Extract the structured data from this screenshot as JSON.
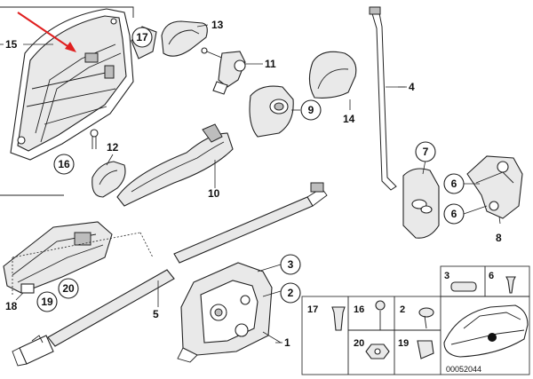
{
  "callouts": [
    {
      "id": "15",
      "text": "15"
    },
    {
      "id": "17",
      "text": "17"
    },
    {
      "id": "13",
      "text": "13"
    },
    {
      "id": "11",
      "text": "11"
    },
    {
      "id": "9",
      "text": "9"
    },
    {
      "id": "14",
      "text": "14"
    },
    {
      "id": "4",
      "text": "4"
    },
    {
      "id": "16",
      "text": "16"
    },
    {
      "id": "12",
      "text": "12"
    },
    {
      "id": "10",
      "text": "10"
    },
    {
      "id": "7",
      "text": "7"
    },
    {
      "id": "6a",
      "text": "6"
    },
    {
      "id": "6b",
      "text": "6"
    },
    {
      "id": "8",
      "text": "8"
    },
    {
      "id": "18",
      "text": "18"
    },
    {
      "id": "20",
      "text": "20"
    },
    {
      "id": "19",
      "text": "19"
    },
    {
      "id": "5",
      "text": "5"
    },
    {
      "id": "3",
      "text": "3"
    },
    {
      "id": "2",
      "text": "2"
    },
    {
      "id": "1",
      "text": "1"
    }
  ],
  "parts_box": {
    "labels": {
      "p3": "3",
      "p6": "6",
      "p17": "17",
      "p16": "16",
      "p2": "2",
      "p20": "20",
      "p19": "19"
    },
    "diagram_code": "00052044"
  },
  "colors": {
    "pointer_arrow": "#e02020",
    "line": "#222222",
    "fill_grey": "#e9e9e9"
  }
}
